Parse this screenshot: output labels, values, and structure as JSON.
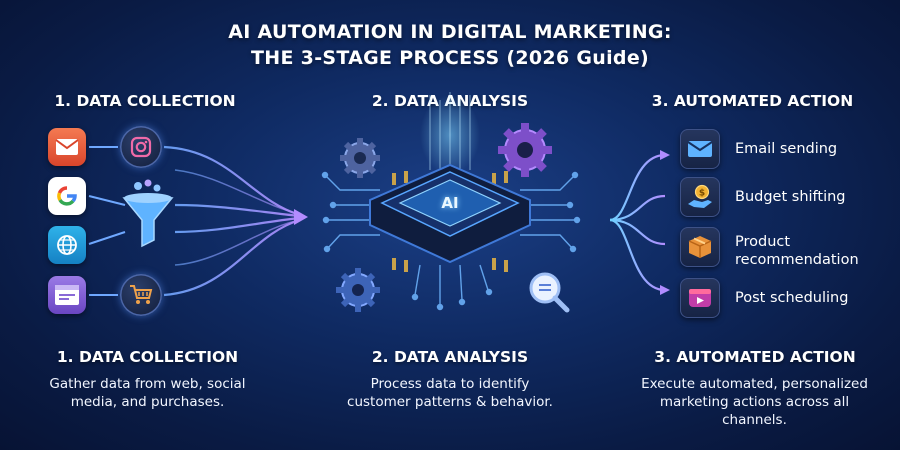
{
  "title": {
    "line1": "AI AUTOMATION IN DIGITAL MARKETING:",
    "line2": "THE 3-STAGE PROCESS (2026 Guide)"
  },
  "stages": [
    {
      "heading": "1. DATA COLLECTION",
      "bottom_heading": "1. DATA COLLECTION",
      "description": [
        "Gather data from web, social",
        "media, and purchases."
      ]
    },
    {
      "heading": "2. DATA ANALYSIS",
      "bottom_heading": "2. DATA ANALYSIS",
      "chip_label": "AI",
      "description": [
        "Process data to identify",
        "customer patterns & behavior."
      ]
    },
    {
      "heading": "3. AUTOMATED ACTION",
      "bottom_heading": "3. AUTOMATED ACTION",
      "description": [
        "Execute automated, personalized",
        "marketing actions across all",
        "channels."
      ]
    }
  ],
  "sources": [
    {
      "icon": "email-icon",
      "color": "#e85a3c"
    },
    {
      "icon": "instagram-icon",
      "color": "#e24a8a"
    },
    {
      "icon": "google-icon",
      "color": "#ffffff"
    },
    {
      "icon": "globe-icon",
      "color": "#1e9bd8"
    },
    {
      "icon": "browser-window-icon",
      "color": "#7d5ad1"
    },
    {
      "icon": "shopping-cart-icon",
      "color": "#e8a04a"
    }
  ],
  "actions": [
    {
      "label": "Email sending",
      "icon": "envelope-icon"
    },
    {
      "label": "Budget shifting",
      "icon": "budget-hand-coin-icon"
    },
    {
      "label": "Product recommendation",
      "label_lines": [
        "Product",
        "recommendation"
      ],
      "icon": "product-box-icon"
    },
    {
      "label": "Post scheduling",
      "icon": "video-post-icon"
    }
  ]
}
